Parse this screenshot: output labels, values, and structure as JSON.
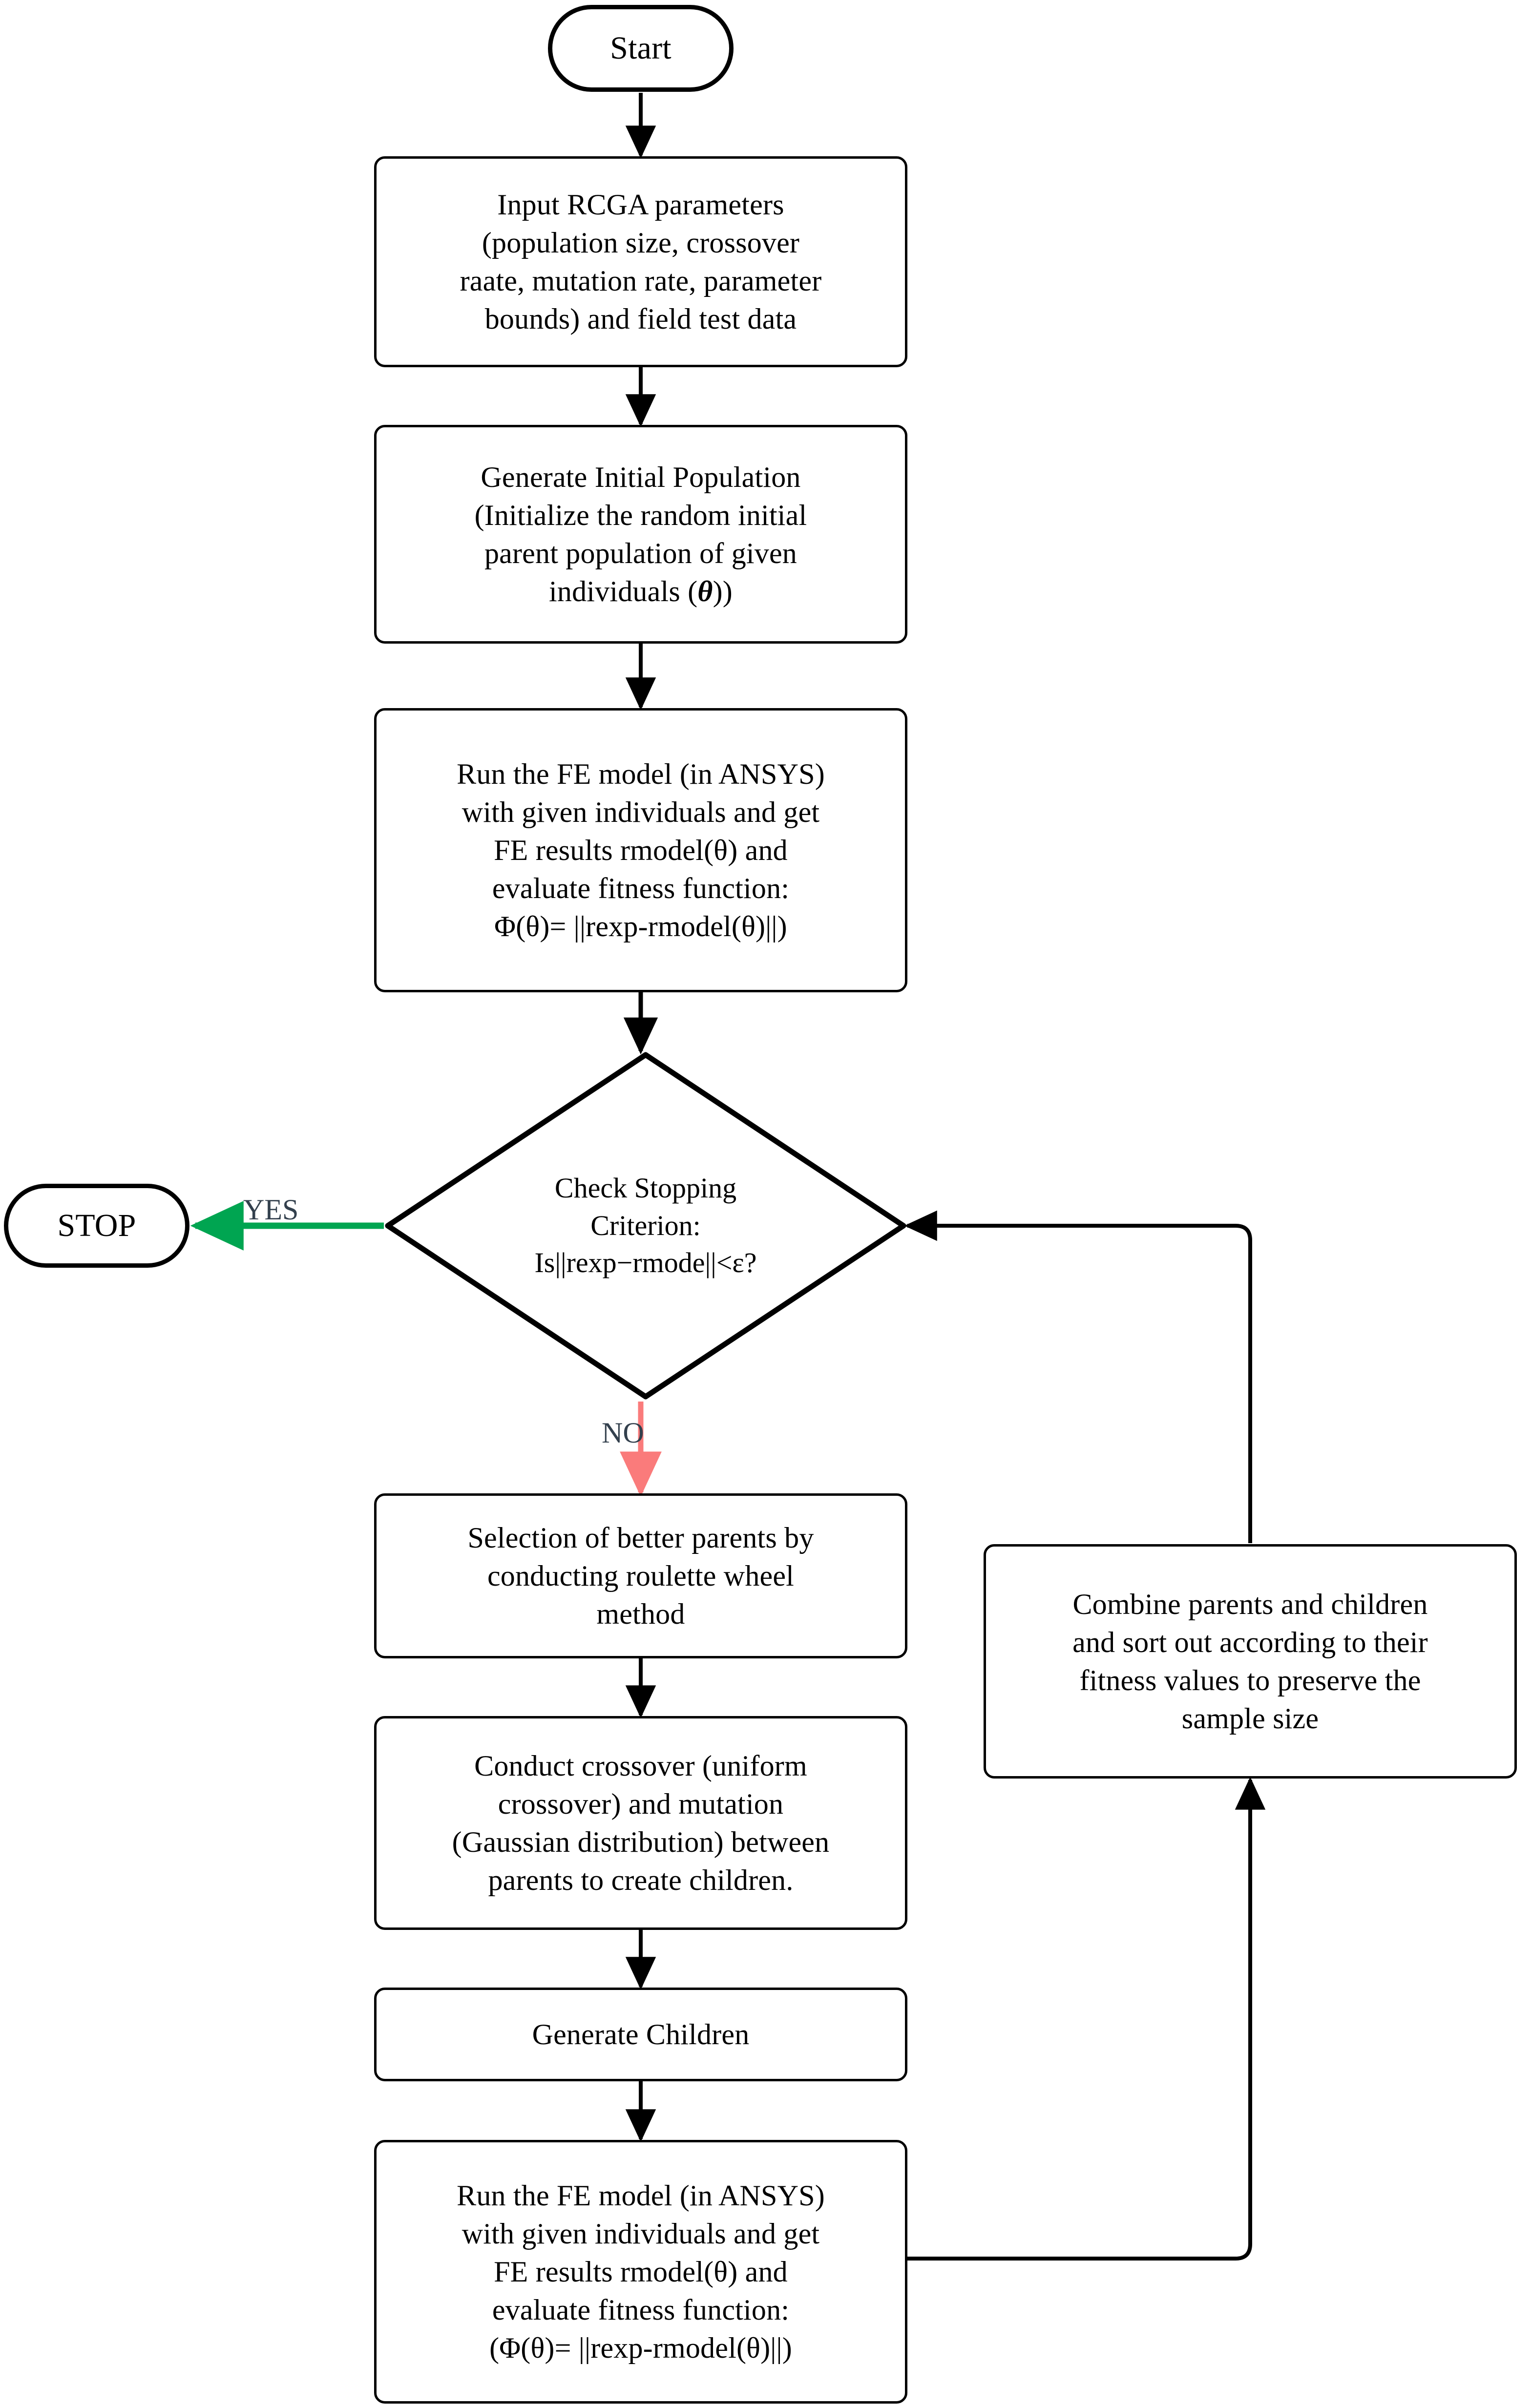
{
  "diagram": {
    "title": "RCGA model updating flowchart",
    "type": "flowchart",
    "colors": {
      "stroke": "#000000",
      "background": "#ffffff",
      "yes_branch": "#00a551",
      "no_branch": "#fa7b7b",
      "edge_label_text": "#33404d"
    }
  },
  "nodes": {
    "start": {
      "label": "Start",
      "shape": "terminator"
    },
    "stop": {
      "label": "STOP",
      "shape": "terminator"
    },
    "input_params": {
      "shape": "process",
      "lines": [
        "Input RCGA parameters",
        "(population size, crossover",
        "raate, mutation rate, parameter",
        "bounds) and field test data"
      ]
    },
    "initial_population": {
      "shape": "process",
      "lines": [
        "Generate Initial Population",
        "(Initialize the random initial",
        "parent population of given",
        "individuals (θ))"
      ],
      "line4_prefix": "individuals (",
      "line4_symbol": "θ",
      "line4_suffix": "))"
    },
    "run_fe_1": {
      "shape": "process",
      "lines": [
        "Run the FE model (in ANSYS)",
        "with given individuals and get",
        "FE results rmodel(θ) and",
        "evaluate fitness function:",
        "Φ(θ)= ||rexp-rmodel(θ)||)"
      ]
    },
    "stopping_criterion": {
      "shape": "decision",
      "lines": [
        "Check Stopping",
        "Criterion:",
        "Is||rexp−rmode||<ε?"
      ]
    },
    "selection": {
      "shape": "process",
      "lines": [
        "Selection of better parents by",
        "conducting roulette wheel",
        "method"
      ]
    },
    "crossover_mutation": {
      "shape": "process",
      "lines": [
        "Conduct crossover (uniform",
        "crossover) and mutation",
        "(Gaussian distribution) between",
        "parents to create children."
      ]
    },
    "generate_children": {
      "shape": "process",
      "lines": [
        "Generate Children"
      ]
    },
    "run_fe_2": {
      "shape": "process",
      "lines": [
        "Run the FE model (in ANSYS)",
        "with given individuals and get",
        "FE results rmodel(θ) and",
        "evaluate fitness function:",
        "(Φ(θ)= ||rexp-rmodel(θ)||)"
      ]
    },
    "combine_sort": {
      "shape": "process",
      "lines": [
        "Combine parents and children",
        "and sort out according to their",
        "fitness values to preserve the",
        "sample size"
      ]
    }
  },
  "edges": {
    "yes_label": "YES",
    "no_label": "NO"
  }
}
